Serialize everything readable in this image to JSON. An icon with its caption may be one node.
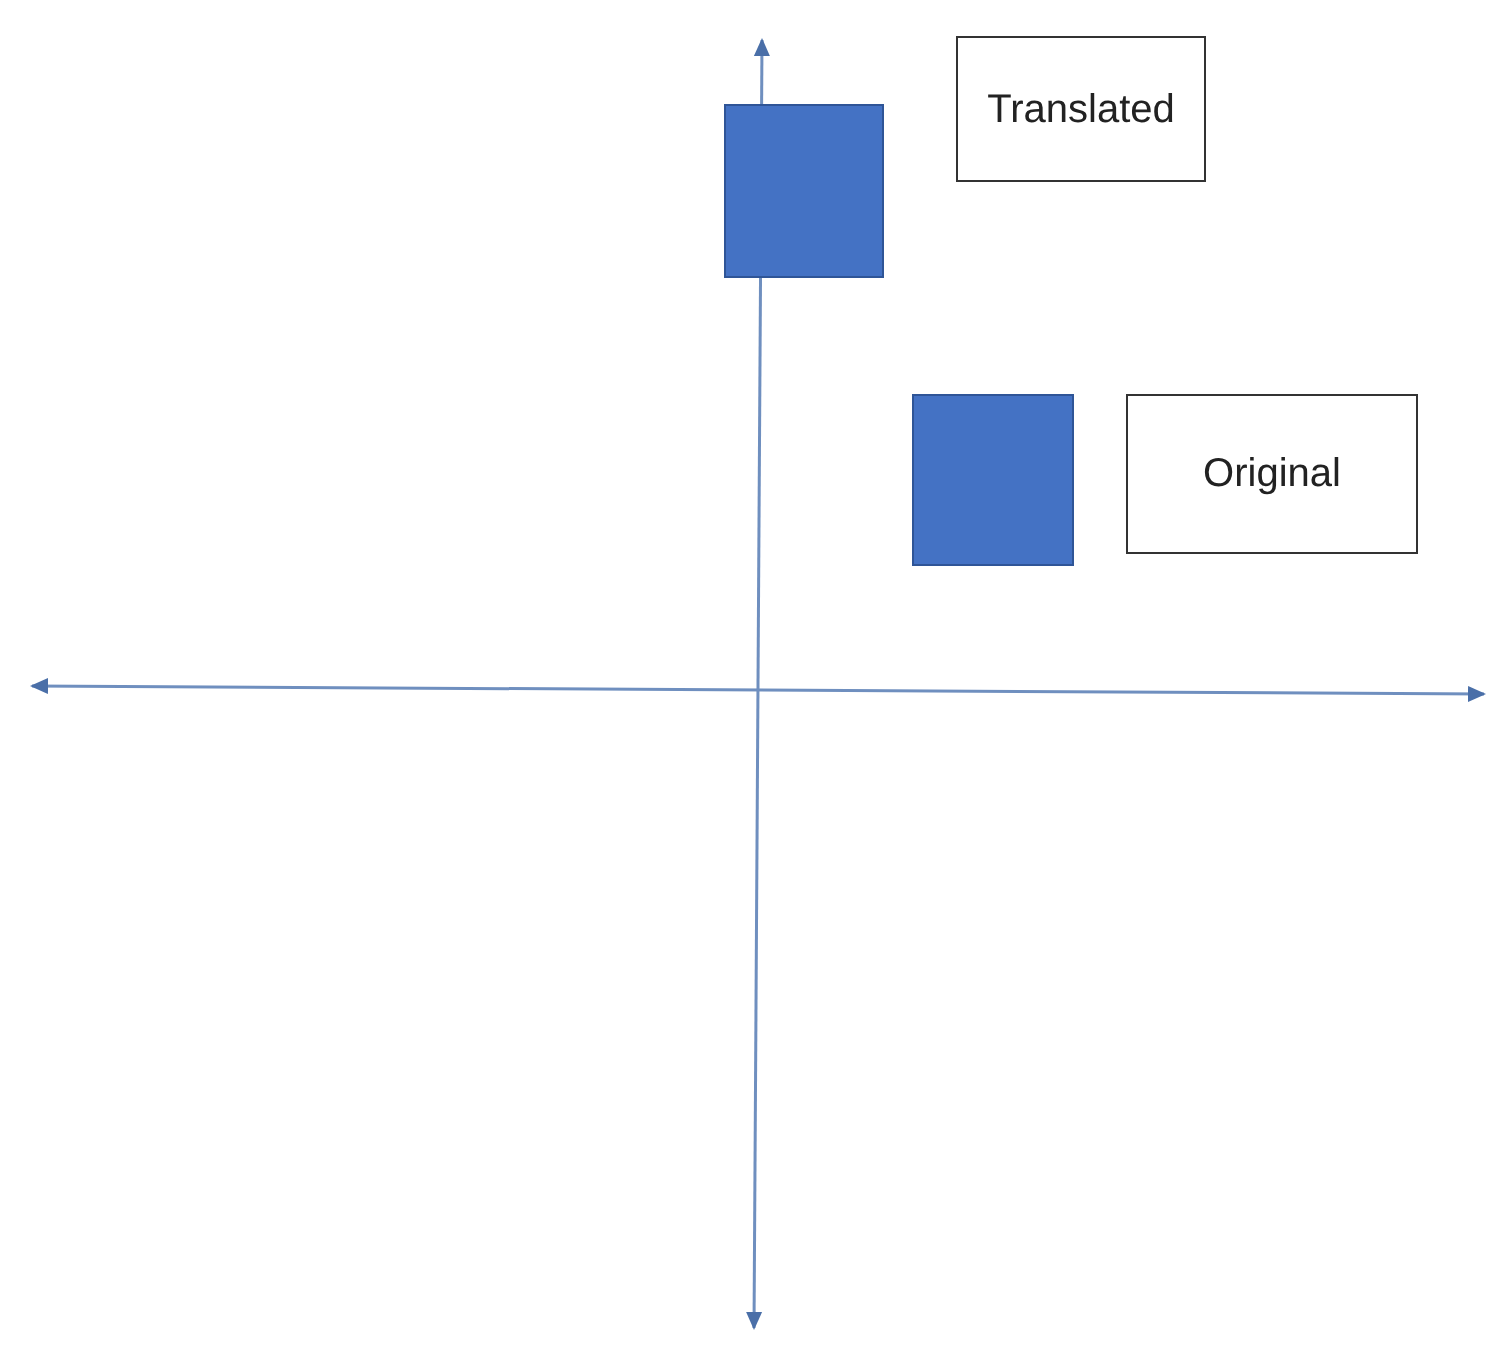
{
  "diagram": {
    "nodes": [
      {
        "text": [],
        "shape": "box"
      },
      {
        "text": [
          "Translated"
        ]
      },
      {
        "text": [],
        "shape": "box"
      },
      {
        "text": [
          "Original"
        ]
      }
    ]
  }
}
